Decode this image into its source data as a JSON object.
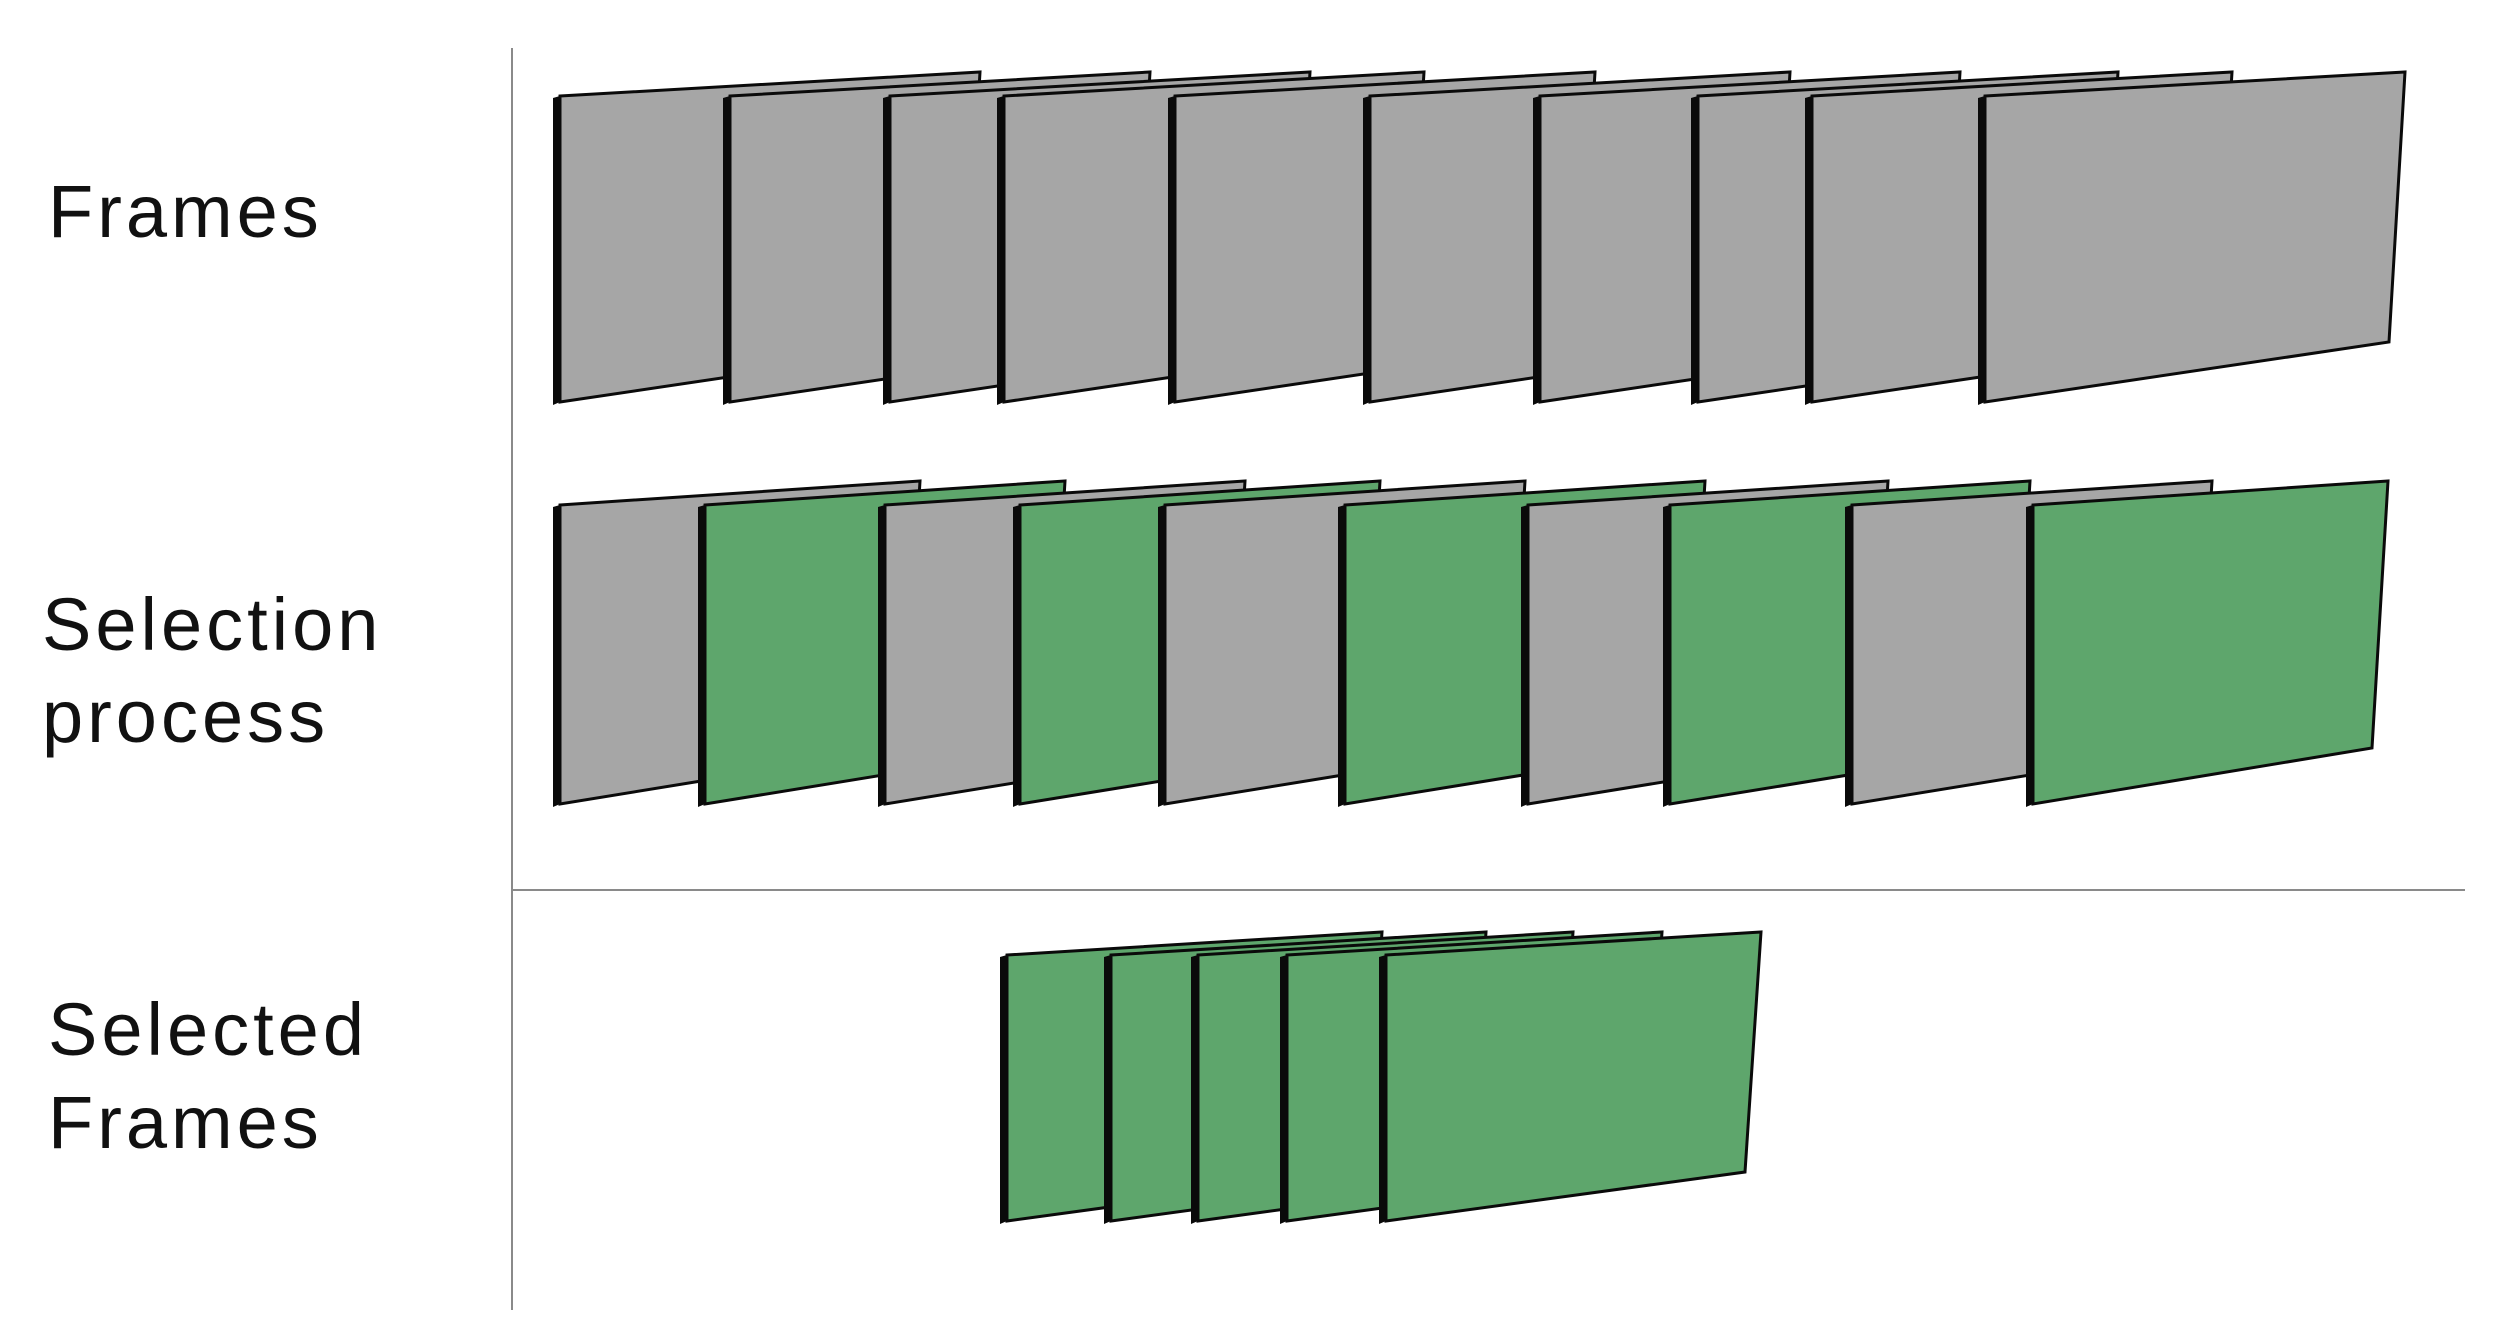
{
  "rows": [
    {
      "key": "frames",
      "label_lines": [
        "Frames"
      ],
      "frames": [
        "unselected",
        "unselected",
        "unselected",
        "unselected",
        "unselected",
        "unselected",
        "unselected",
        "unselected",
        "unselected",
        "unselected"
      ]
    },
    {
      "key": "selection",
      "label_lines": [
        "Selection",
        "process"
      ],
      "frames": [
        "unselected",
        "selected",
        "unselected",
        "selected",
        "unselected",
        "selected",
        "unselected",
        "selected",
        "unselected",
        "selected"
      ]
    },
    {
      "key": "selected",
      "label_lines": [
        "Selected",
        "Frames"
      ],
      "frames": [
        "selected",
        "selected",
        "selected",
        "selected",
        "selected"
      ]
    }
  ],
  "colors": {
    "unselected": "#a6a6a6",
    "selected": "#5ea66c",
    "outline": "#0a0a0a",
    "divider": "#8a8a8a"
  }
}
